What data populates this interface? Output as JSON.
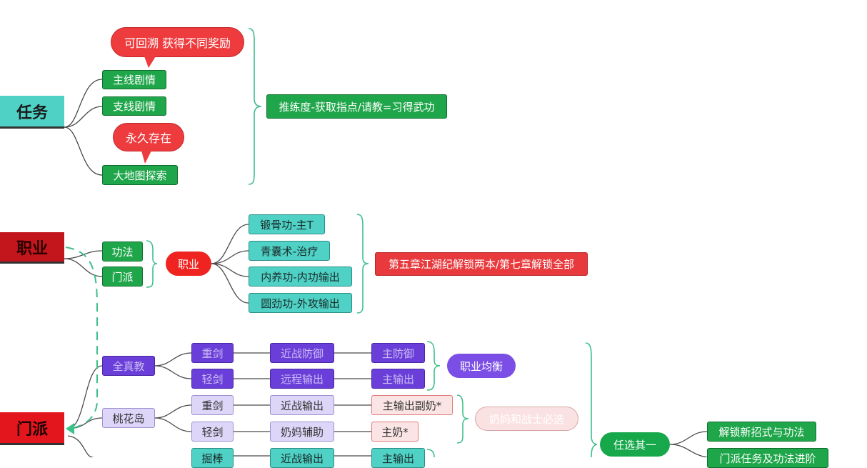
{
  "roots": {
    "task": "任务",
    "job": "职业",
    "sect": "门派"
  },
  "task": {
    "main_story": "主线剧情",
    "side_story": "支线剧情",
    "map_explore": "大地图探索",
    "callout_rewards": "可回溯 获得不同奖励",
    "callout_permanent": "永久存在",
    "summary": "推练度-获取指点/请教=习得武功"
  },
  "job": {
    "gongfa": "功法",
    "menpai": "门派",
    "center": "职业",
    "classes": [
      "锻骨功-主T",
      "青囊术-治疗",
      "内养功-内功输出",
      "圆劲功-外攻输出"
    ],
    "summary": "第五章江湖纪解锁两本/第七章解锁全部"
  },
  "sect": {
    "quanzhen": {
      "name": "全真教",
      "rows": [
        {
          "weapon": "重剑",
          "style": "近战防御",
          "role": "主防御"
        },
        {
          "weapon": "轻剑",
          "style": "远程输出",
          "role": "主输出"
        }
      ],
      "tag": "职业均衡"
    },
    "taohua": {
      "name": "桃花岛",
      "rows": [
        {
          "weapon": "重剑",
          "style": "近战输出",
          "role": "主输出副奶*"
        },
        {
          "weapon": "轻剑",
          "style": "奶妈辅助",
          "role": "主奶*"
        }
      ],
      "tag": "奶妈和战士必选"
    },
    "partial_row": {
      "weapon": "掘棒",
      "style": "近战输出",
      "role": "主输出"
    },
    "choose_one": "任选其一",
    "outcomes": [
      "解锁新招式与功法",
      "门派任务及功法进阶"
    ]
  }
}
